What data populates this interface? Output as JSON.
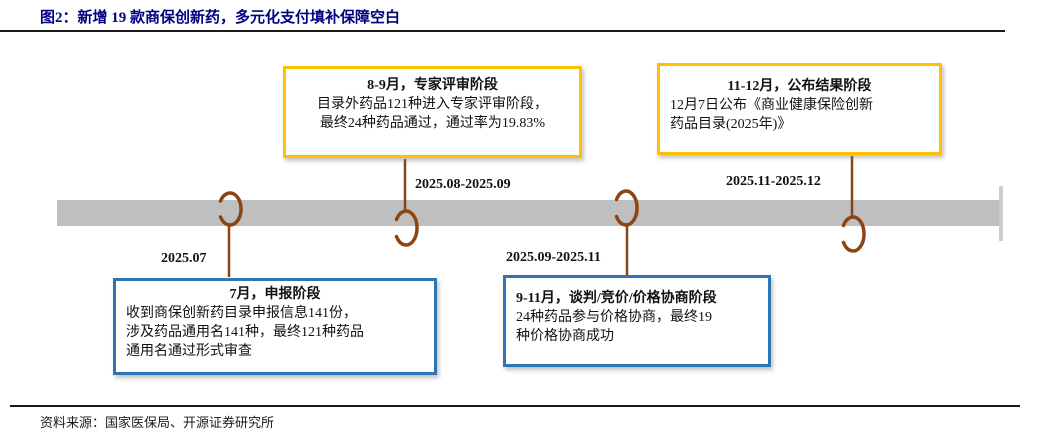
{
  "title": "图2：新增 19 款商保创新药，多元化支付填补保障空白",
  "colors": {
    "title_text": "#000080",
    "yellow_box_border": "#FFC000",
    "blue_box_border": "#2E75B6",
    "timeline_bar": "#BFBFBF",
    "hook_brown": "#8B4513"
  },
  "timeline": {
    "events": [
      {
        "date": "2025.07",
        "title": "7月，申报阶段",
        "body": "收到商保创新药目录申报信息141份，\n涉及药品通用名141种，最终121种药品\n通用名通过形式审查",
        "position": "below-bar",
        "box_style": "blue"
      },
      {
        "date": "2025.08-2025.09",
        "title": "8-9月，专家评审阶段",
        "body": "目录外药品121种进入专家评审阶段，\n最终24种药品通过，通过率为19.83%",
        "position": "above-bar",
        "box_style": "yellow"
      },
      {
        "date": "2025.09-2025.11",
        "title": "9-11月，谈判/竞价/价格协商阶段",
        "body": "24种药品参与价格协商，最终19\n种价格协商成功",
        "position": "below-bar",
        "box_style": "blue"
      },
      {
        "date": "2025.11-2025.12",
        "title": "11-12月，公布结果阶段",
        "body": "12月7日公布《商业健康保险创新\n药品目录(2025年)》",
        "position": "above-bar",
        "box_style": "yellow"
      }
    ]
  },
  "footer": {
    "source": "资料来源：国家医保局、开源证券研究所"
  }
}
